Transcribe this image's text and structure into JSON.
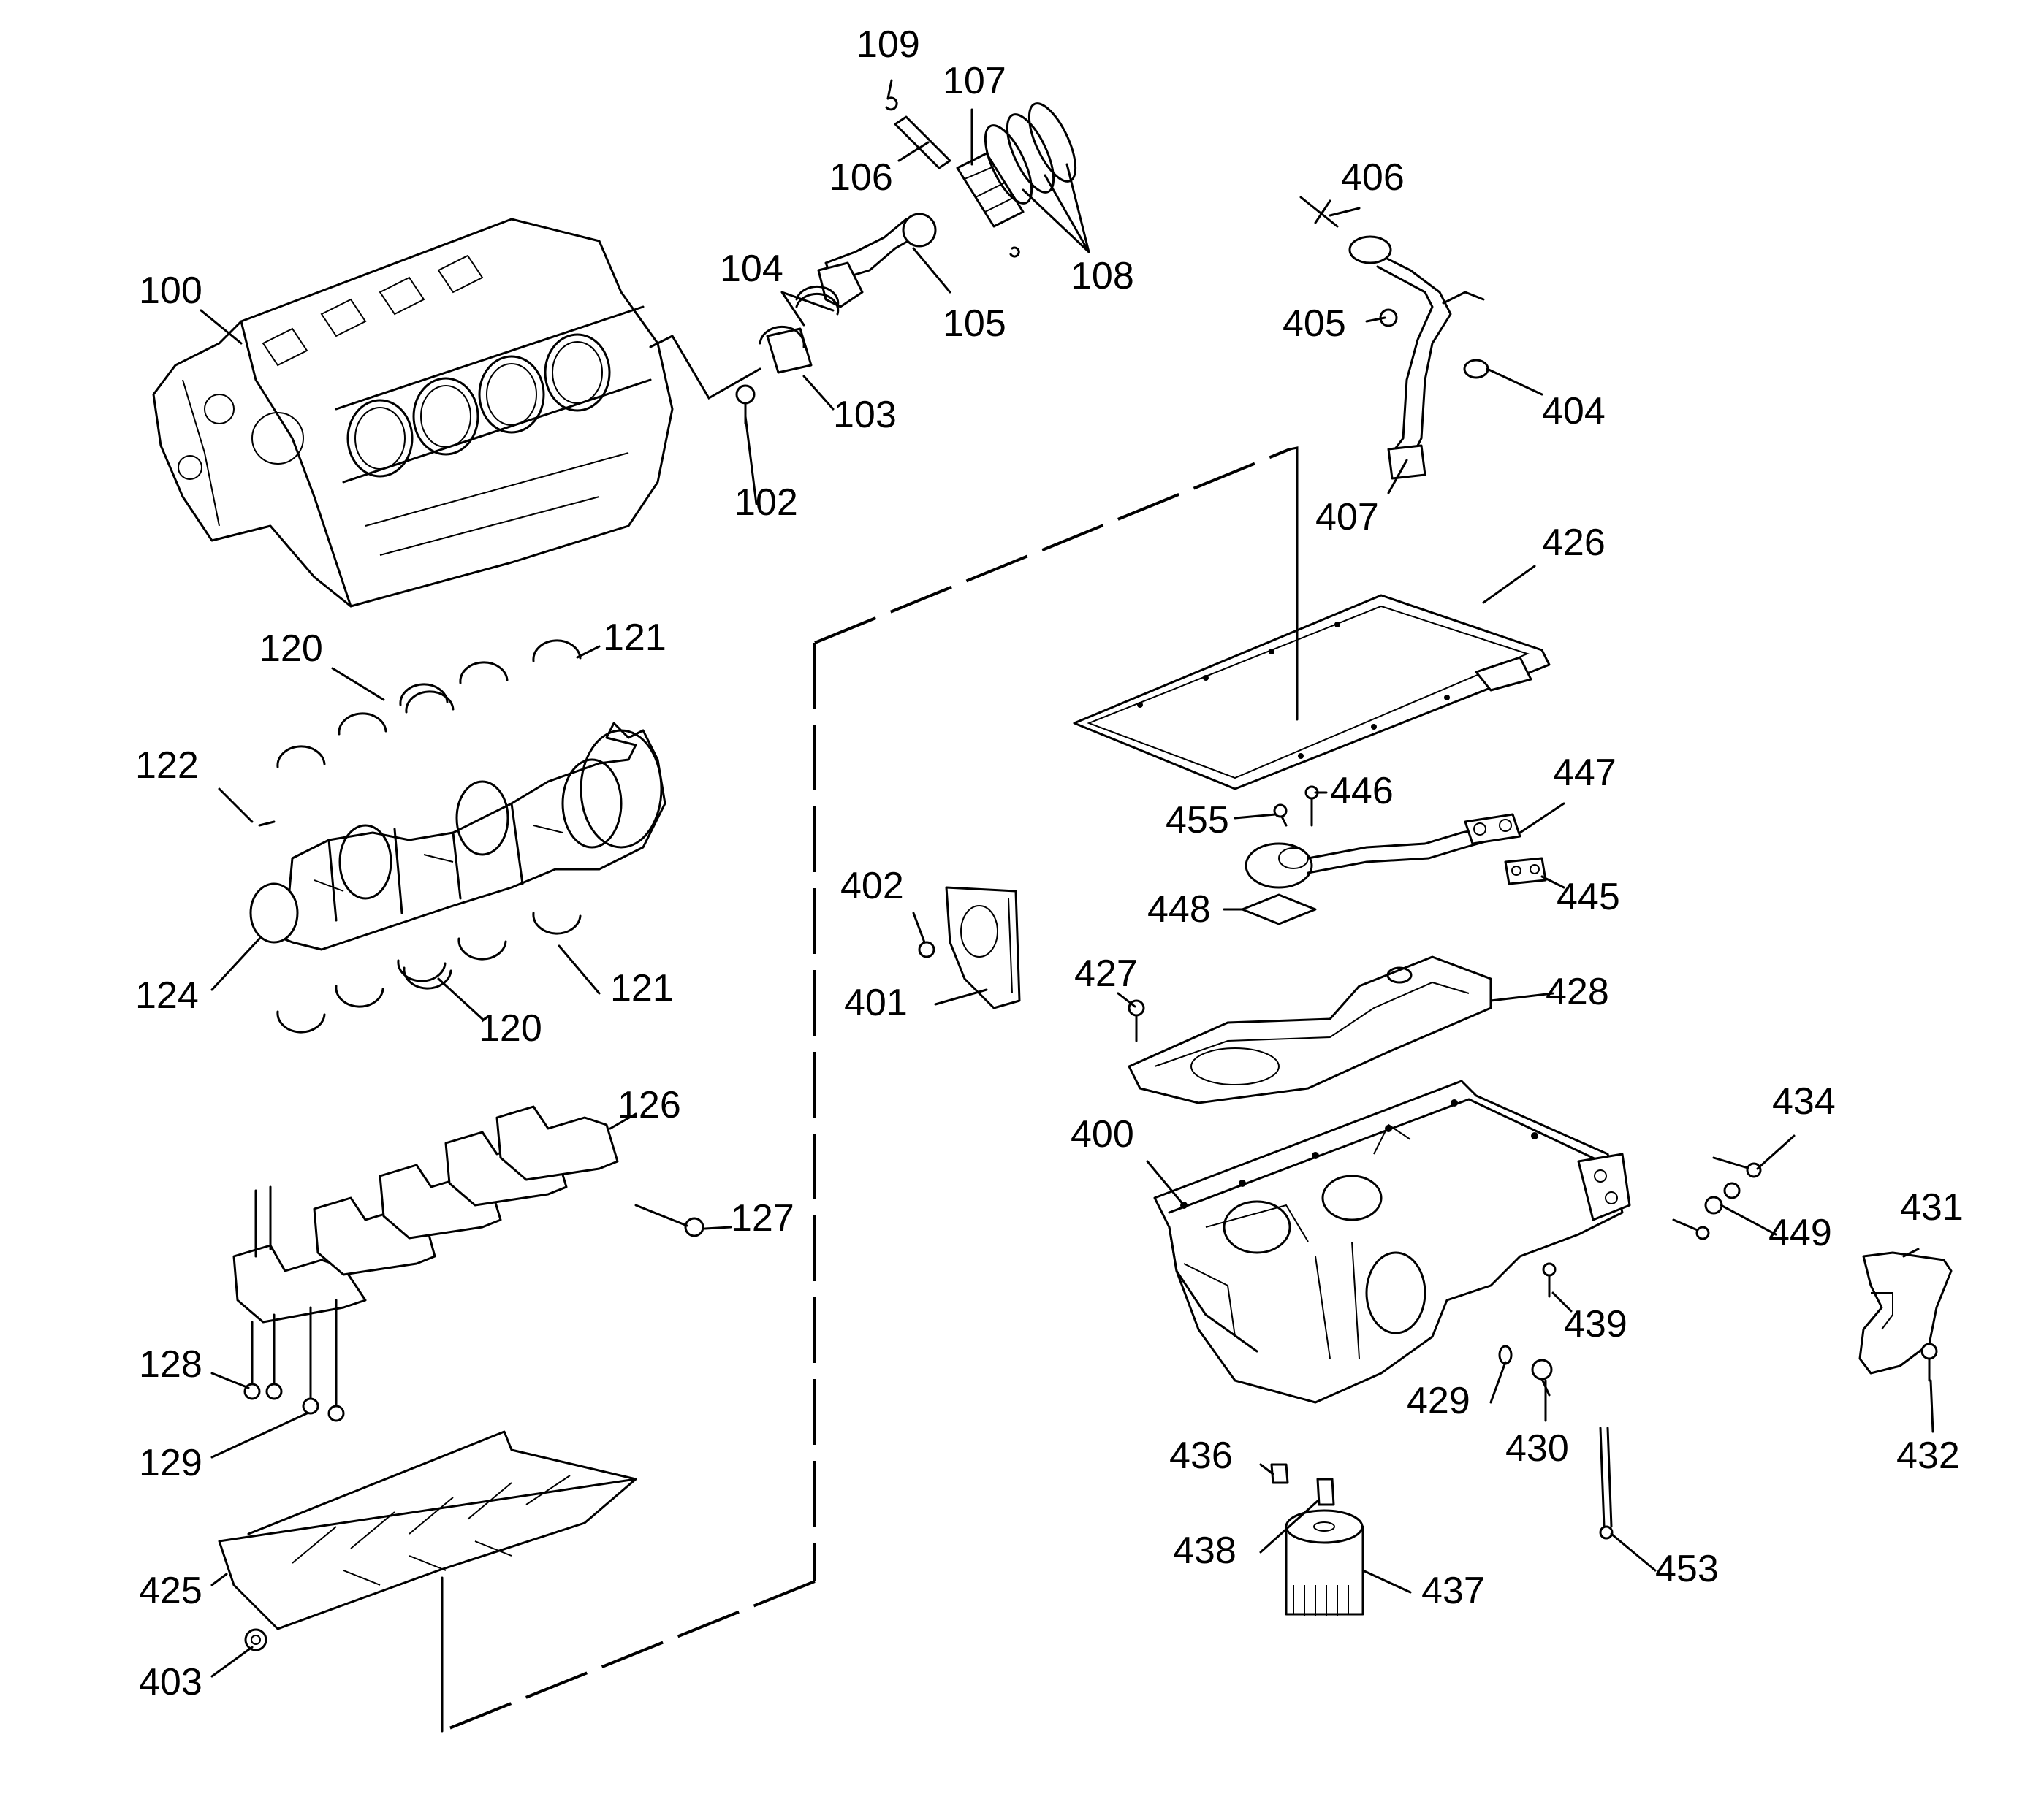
{
  "diagram": {
    "background": "#ffffff",
    "line_color": "#000000",
    "callouts": {
      "c100": "100",
      "c102": "102",
      "c103": "103",
      "c104": "104",
      "c105": "105",
      "c106": "106",
      "c107": "107",
      "c108": "108",
      "c109": "109",
      "c120a": "120",
      "c120b": "120",
      "c121a": "121",
      "c121b": "121",
      "c122": "122",
      "c124": "124",
      "c126": "126",
      "c127": "127",
      "c128": "128",
      "c129": "129",
      "c400": "400",
      "c401": "401",
      "c402": "402",
      "c403": "403",
      "c404": "404",
      "c405": "405",
      "c406": "406",
      "c407": "407",
      "c425": "425",
      "c426": "426",
      "c427": "427",
      "c428": "428",
      "c429": "429",
      "c430": "430",
      "c431": "431",
      "c432": "432",
      "c434": "434",
      "c436": "436",
      "c437": "437",
      "c438": "438",
      "c439": "439",
      "c445": "445",
      "c446": "446",
      "c447": "447",
      "c448": "448",
      "c449": "449",
      "c453": "453",
      "c455": "455"
    }
  }
}
